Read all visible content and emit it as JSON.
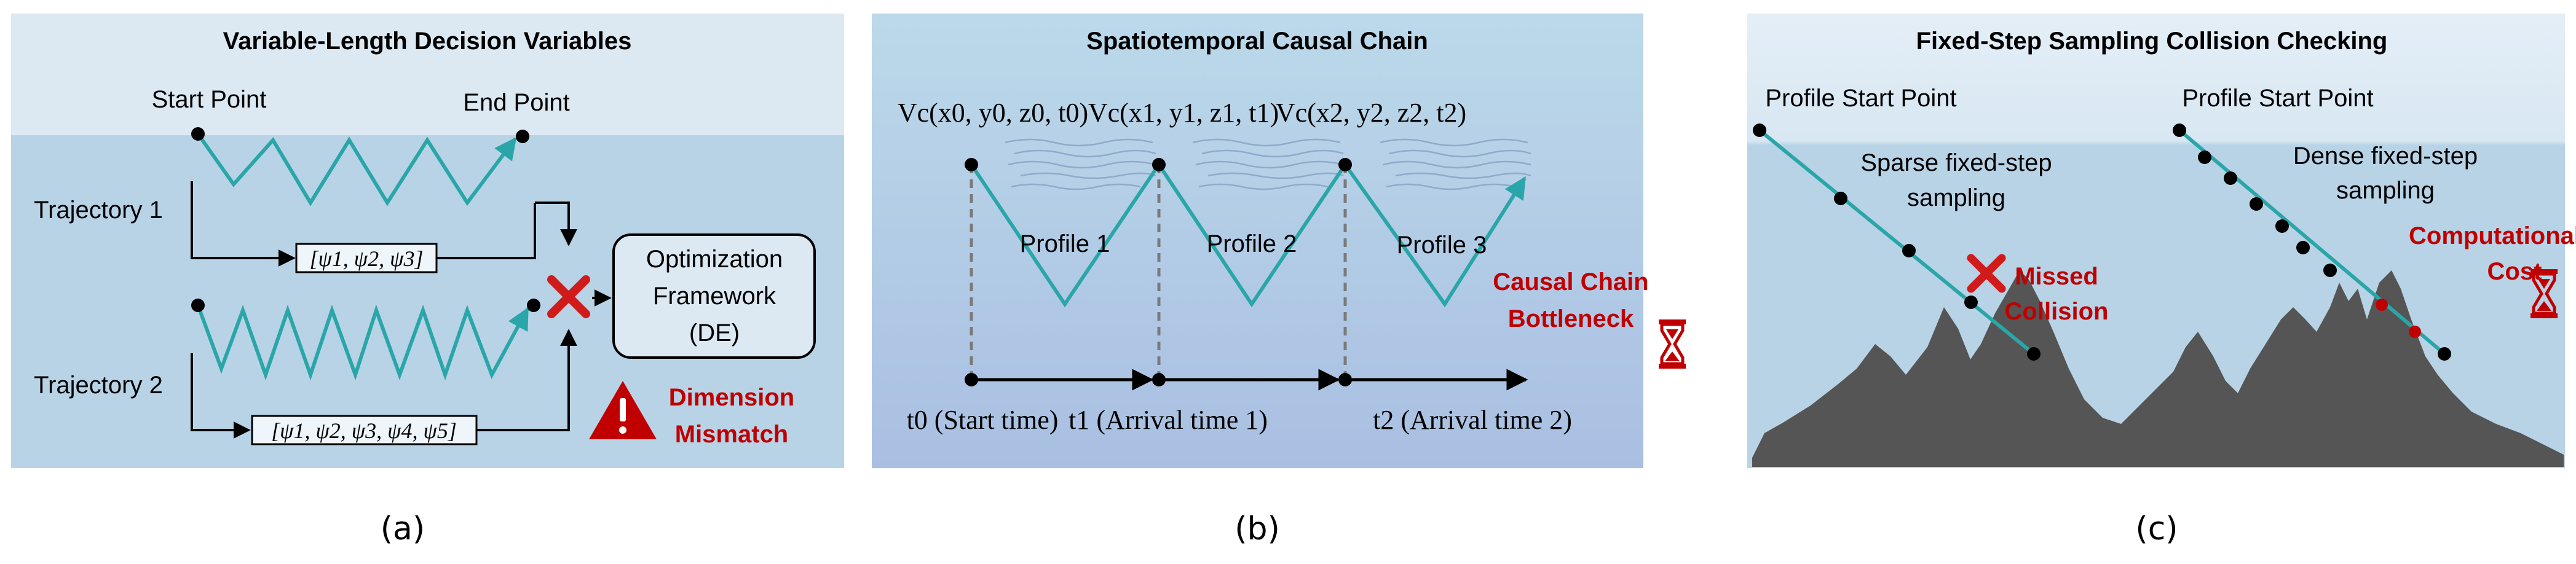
{
  "panel_a": {
    "title": "Variable-Length Decision Variables",
    "start_point": "Start Point",
    "end_point": "End Point",
    "trajectory_1": "Trajectory 1",
    "trajectory_2": "Trajectory 2",
    "vector_1": "[ψ1, ψ2, ψ3]",
    "vector_2": "[ψ1, ψ2, ψ3, ψ4, ψ5]",
    "framework_line_1": "Optimization",
    "framework_line_2": "Framework",
    "framework_line_3": "(DE)",
    "warning_line_1": "Dimension",
    "warning_line_2": "Mismatch",
    "caption": "(a)"
  },
  "panel_b": {
    "title": "Spatiotemporal Causal Chain",
    "vc_0": "Vc(x0, y0, z0, t0)",
    "vc_1": "Vc(x1, y1, z1, t1)",
    "vc_2": "Vc(x2, y2, z2, t2)",
    "profile_1": "Profile 1",
    "profile_2": "Profile 2",
    "profile_3": "Profile 3",
    "time_0": "t0 (Start time)",
    "time_1": "t1 (Arrival time 1)",
    "time_2": "t2 (Arrival time 2)",
    "bottleneck_line_1": "Causal Chain",
    "bottleneck_line_2": "Bottleneck",
    "caption": "(b)"
  },
  "panel_c": {
    "title": "Fixed-Step Sampling Collision Checking",
    "start_left": "Profile Start Point",
    "start_right": "Profile Start Point",
    "sparse_line_1": "Sparse fixed-step",
    "sparse_line_2": "sampling",
    "dense_line_1": "Dense fixed-step",
    "dense_line_2": "sampling",
    "missed_line_1": "Missed",
    "missed_line_2": "Collision",
    "cost_line_1": "Computational",
    "cost_line_2": "Cost",
    "caption": "(c)"
  },
  "colors": {
    "panel_top": "#dce8f2",
    "panel_body": "#b8d3e6",
    "trajectory": "#2aa6a8",
    "alert_red": "#d11a1a",
    "label_red": "#c00000",
    "terrain": "#555555"
  },
  "icons": [
    "cross-icon",
    "warning-triangle-icon",
    "hourglass-icon",
    "wind-streaks-icon",
    "terrain-silhouette"
  ]
}
